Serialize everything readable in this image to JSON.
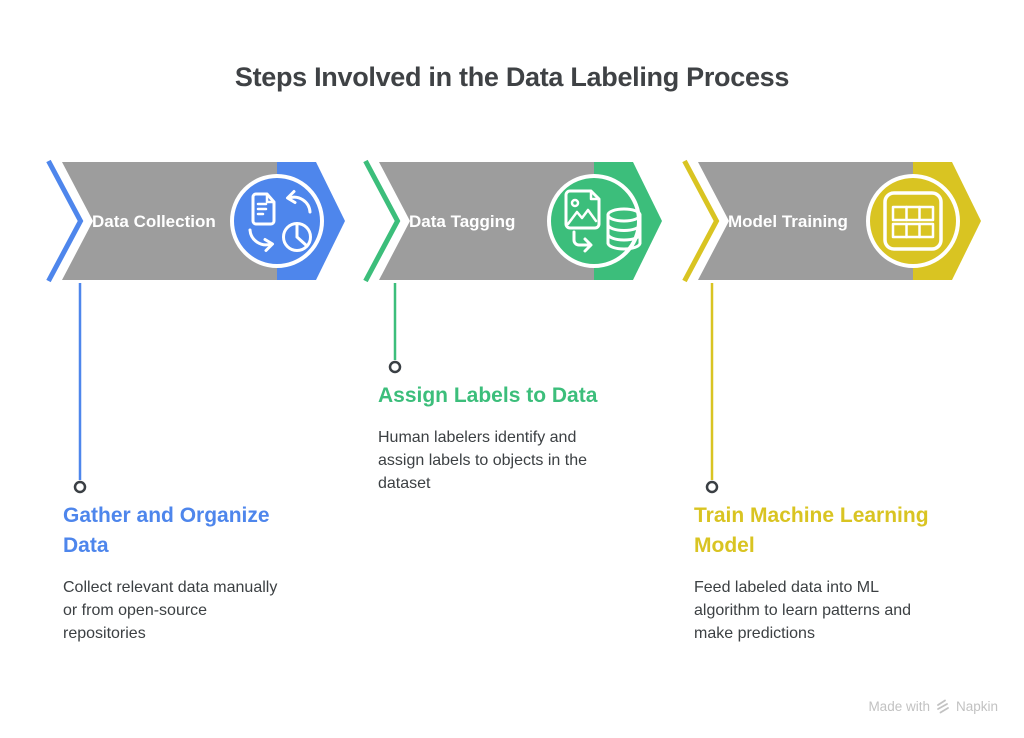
{
  "title": "Steps Involved in the Data Labeling Process",
  "steps": [
    {
      "label": "Data Collection",
      "icon": "document-sync-pie-chart-icon",
      "accent_color": "#4E86EC",
      "heading": "Gather and Organize\nData",
      "description": "Collect relevant data manually\nor from open-source\nrepositories"
    },
    {
      "label": "Data Tagging",
      "icon": "image-to-database-icon",
      "accent_color": "#3CBE7B",
      "heading": "Assign Labels to Data",
      "description": "Human labelers identify and\nassign labels to objects in the\ndataset"
    },
    {
      "label": "Model Training",
      "icon": "table-grid-icon",
      "accent_color": "#D9C422",
      "heading": "Train Machine Learning\nModel",
      "description": "Feed labeled data into ML\nalgorithm to learn patterns and\nmake predictions"
    }
  ],
  "colors": {
    "banner_gray": "#9D9D9D",
    "banner_label_text": "#FFFFFF",
    "title_text": "#3F4245",
    "description_text": "#3C4043",
    "connector_dot_stroke": "#3A3F44",
    "footer_text": "#C2C2C2"
  },
  "footer": {
    "made_with_label": "Made with",
    "brand_name": "Napkin"
  }
}
